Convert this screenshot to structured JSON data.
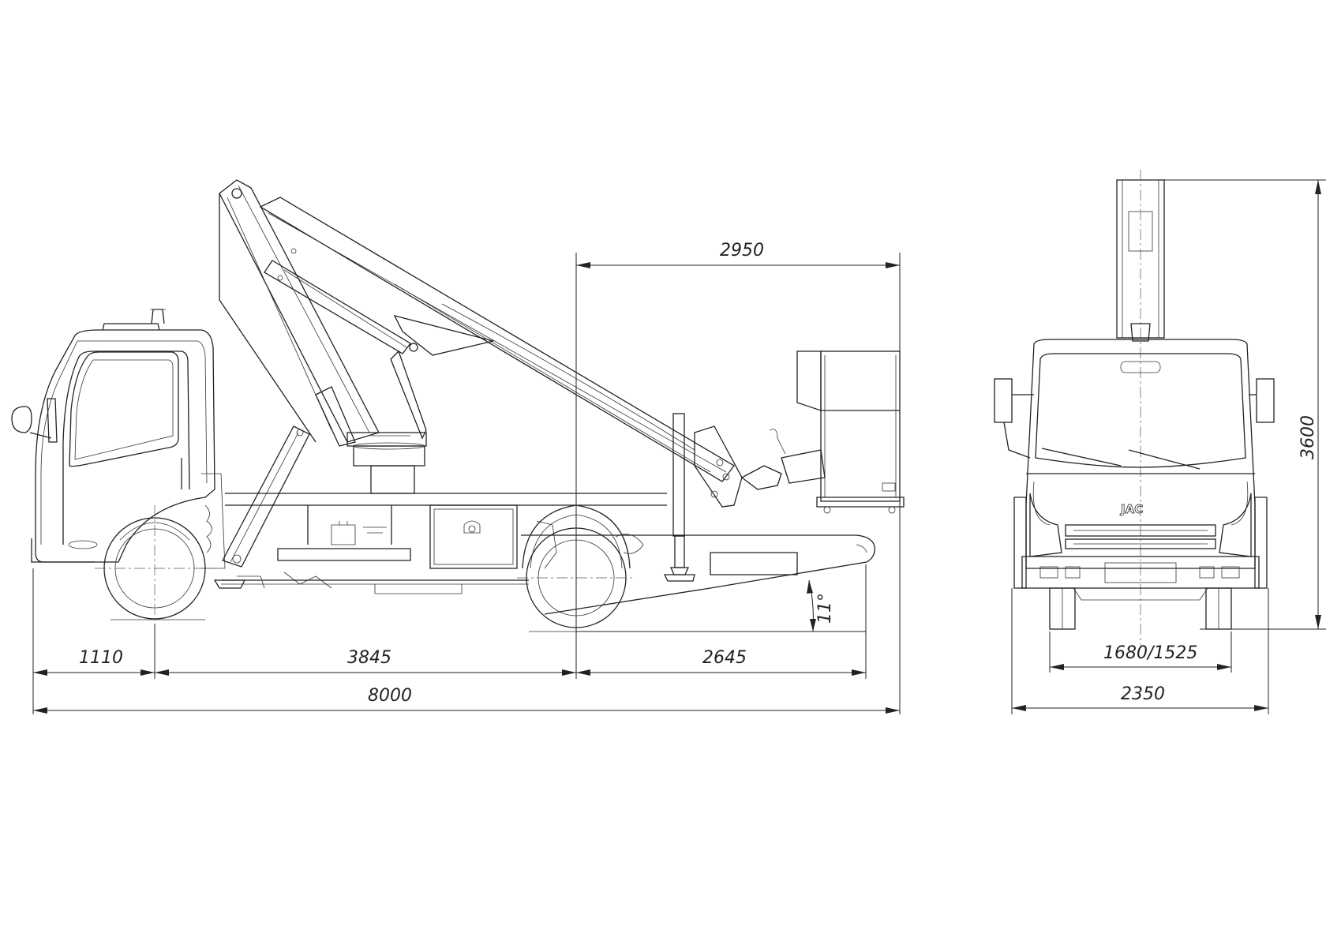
{
  "dimensions": {
    "front_overhang": "1110",
    "wheelbase": "3845",
    "rear_overhang": "2645",
    "total_length": "8000",
    "boom_reach": "2950",
    "departure_angle": "11°",
    "track_width": "1680/1525",
    "total_width": "2350",
    "total_height": "3600"
  },
  "front_view": {
    "brand_logo": "JAC"
  }
}
